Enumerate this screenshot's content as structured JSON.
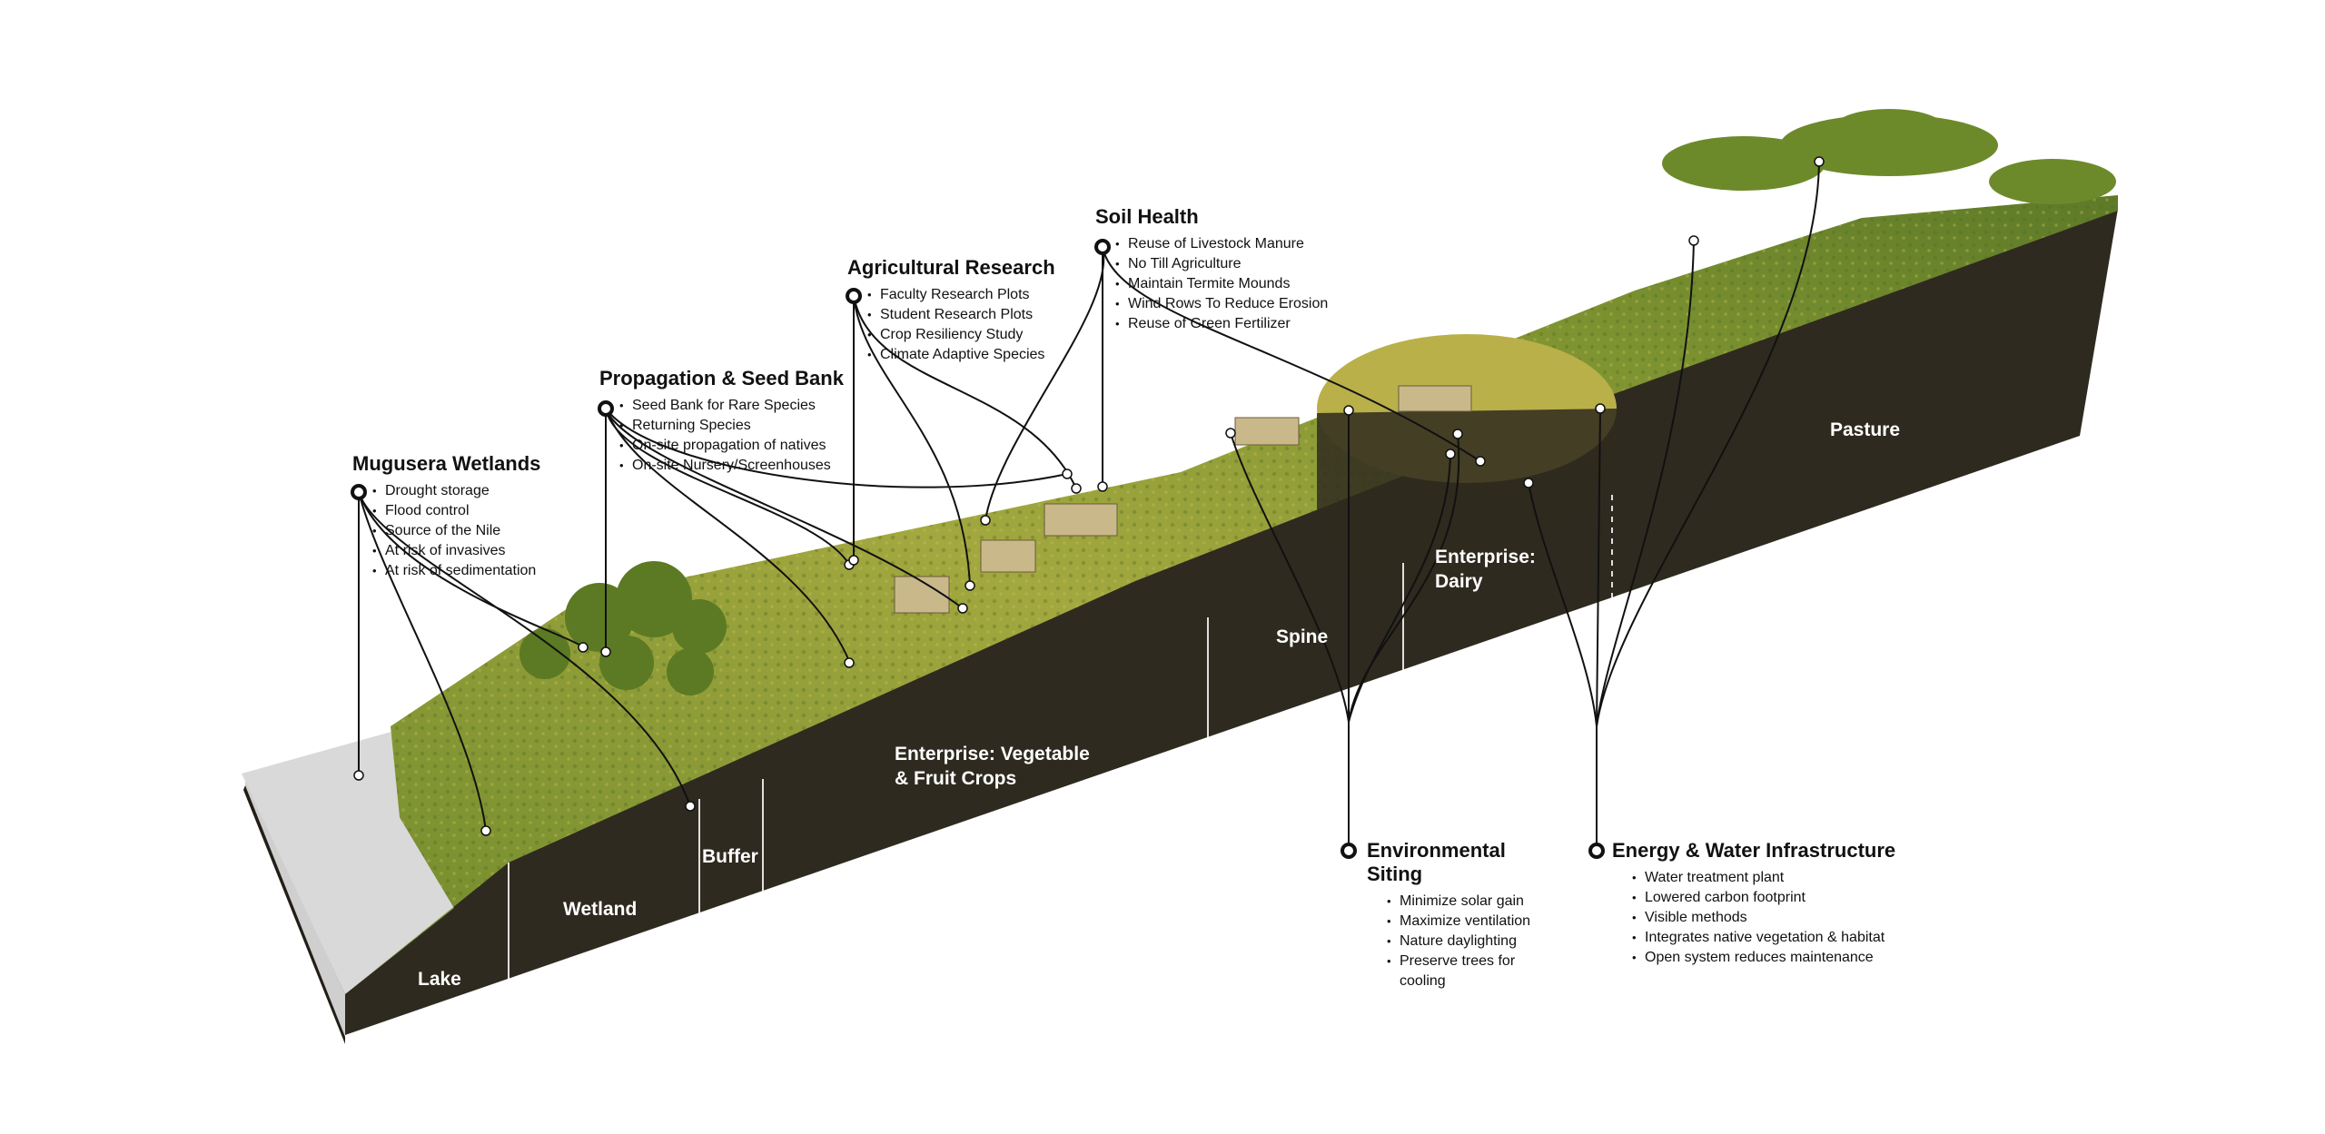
{
  "colors": {
    "soil": "#2f2a1f",
    "grass_light": "#b7b24a",
    "grass_dark": "#5f7a28",
    "lake": "#d9d9d9",
    "leader": "#111111"
  },
  "callouts": {
    "wetlands": {
      "title": "Mugusera Wetlands",
      "items": [
        "Drought storage",
        "Flood control",
        "Source of the Nile",
        "At risk of invasives",
        "At risk of sedimentation"
      ]
    },
    "propagation": {
      "title": "Propagation & Seed Bank",
      "items": [
        "Seed Bank for Rare Species",
        "Returning Species",
        "On-site propagation of natives",
        "On-site Nursery/Screenhouses"
      ]
    },
    "research": {
      "title": "Agricultural Research",
      "items": [
        "Faculty Research Plots",
        "Student Research Plots",
        "Crop Resiliency Study",
        "Climate Adaptive Species"
      ]
    },
    "soil": {
      "title": "Soil Health",
      "items": [
        "Reuse of Livestock Manure",
        "No Till Agriculture",
        "Maintain Termite Mounds",
        "Wind Rows To Reduce Erosion",
        "Reuse of Green Fertilizer"
      ]
    },
    "siting": {
      "title": "Environmental\nSiting",
      "items": [
        "Minimize solar gain",
        "Maximize ventilation",
        "Nature daylighting",
        "Preserve trees for cooling"
      ]
    },
    "energy": {
      "title": "Energy & Water Infrastructure",
      "items": [
        "Water treatment plant",
        "Lowered carbon footprint",
        "Visible methods",
        "Integrates native vegetation & habitat",
        "Open system reduces maintenance"
      ]
    }
  },
  "zones": {
    "lake": "Lake",
    "wetland": "Wetland",
    "buffer": "Buffer",
    "vegetable": "Enterprise: Vegetable\n& Fruit Crops",
    "spine": "Spine",
    "dairy": "Enterprise:\nDairy",
    "pasture": "Pasture"
  }
}
